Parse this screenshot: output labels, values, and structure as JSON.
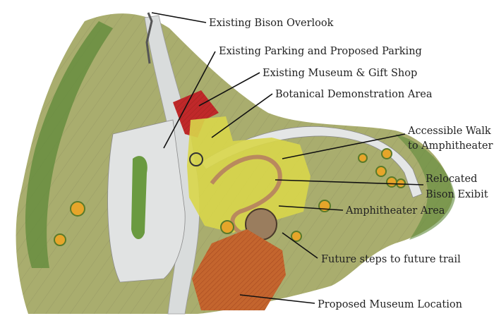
{
  "map": {
    "type": "site plan",
    "labels": {
      "bison_overlook": "Existing Bison Overlook",
      "parking": "Existing Parking and Proposed Parking",
      "museum_gift_shop": "Existing Museum & Gift Shop",
      "botanical": "Botanical Demonstration Area",
      "accessible_walk_1": "Accessible Walk",
      "accessible_walk_2": "to Amphitheater",
      "bison_exhibit_1": "Relocated",
      "bison_exhibit_2": "Bison Exibit",
      "amphitheater": "Amphitheater Area",
      "future_steps": "Future steps to future trail",
      "proposed_museum": "Proposed Museum Location"
    },
    "colors": {
      "terrain": "#a9ad6e",
      "forest": "#5f8a3a",
      "road": "#d9dcdc",
      "building": "#c0282a",
      "garden": "#d8d64a",
      "proposed_museum": "#c4652e",
      "trees": "#e6a52a"
    }
  }
}
